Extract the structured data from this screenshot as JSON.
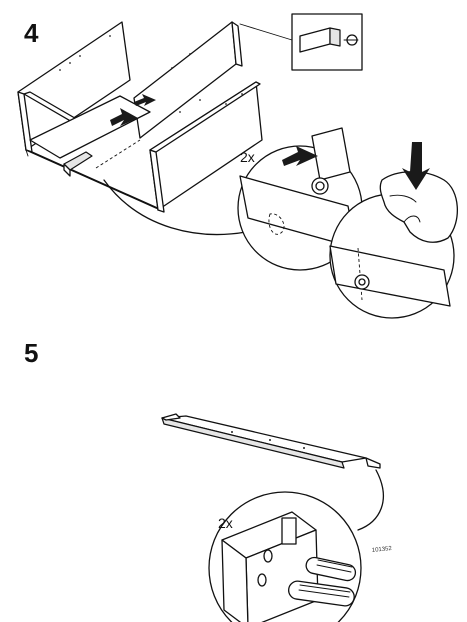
{
  "steps": [
    {
      "number": "4",
      "quantity": "2x"
    },
    {
      "number": "5",
      "quantity": "2x",
      "part_code": "101352"
    }
  ]
}
